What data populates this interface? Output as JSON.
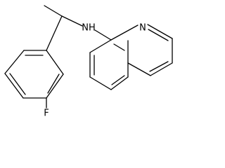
{
  "molecule": {
    "atoms": {
      "amine_nitrogen": "NH",
      "ring_nitrogen": "N",
      "fluorine": "F"
    },
    "colors": {
      "bond": "#000000",
      "background": "#ffffff"
    }
  }
}
